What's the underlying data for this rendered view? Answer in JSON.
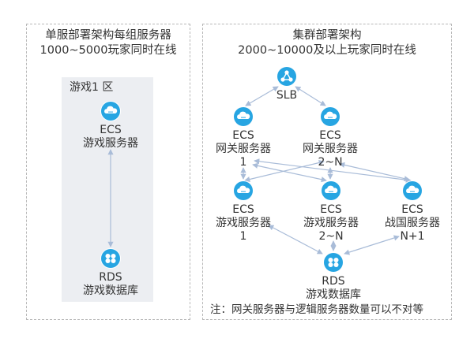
{
  "left_panel": {
    "title_line1": "单服部署架构每组服务器",
    "title_line2": "1000~5000玩家同时在线",
    "group_label": "游戏1 区",
    "ecs": {
      "type": "ECS",
      "name": "游戏服务器"
    },
    "rds": {
      "type": "RDS",
      "name": "游戏数据库"
    }
  },
  "right_panel": {
    "title_line1": "集群部署架构",
    "title_line2": "2000~10000及以上玩家同时在线",
    "slb": {
      "type": "SLB"
    },
    "gateways": [
      {
        "type": "ECS",
        "name": "网关服务器",
        "index": "1"
      },
      {
        "type": "ECS",
        "name": "网关服务器",
        "index": "2~N"
      }
    ],
    "game_servers": [
      {
        "type": "ECS",
        "name": "游戏服务器",
        "index": "1"
      },
      {
        "type": "ECS",
        "name": "游戏服务器",
        "index": "2~N"
      },
      {
        "type": "ECS",
        "name": "战国服务器",
        "index": "N+1"
      }
    ],
    "rds": {
      "type": "RDS",
      "name": "游戏数据库"
    },
    "note": "注：网关服务器与逻辑服务器数量可以不对等"
  },
  "colors": {
    "icon": "#27a5e2",
    "edge": "#a9bcd8",
    "border": "#b8b8b8",
    "group_bg": "#eceef2"
  }
}
